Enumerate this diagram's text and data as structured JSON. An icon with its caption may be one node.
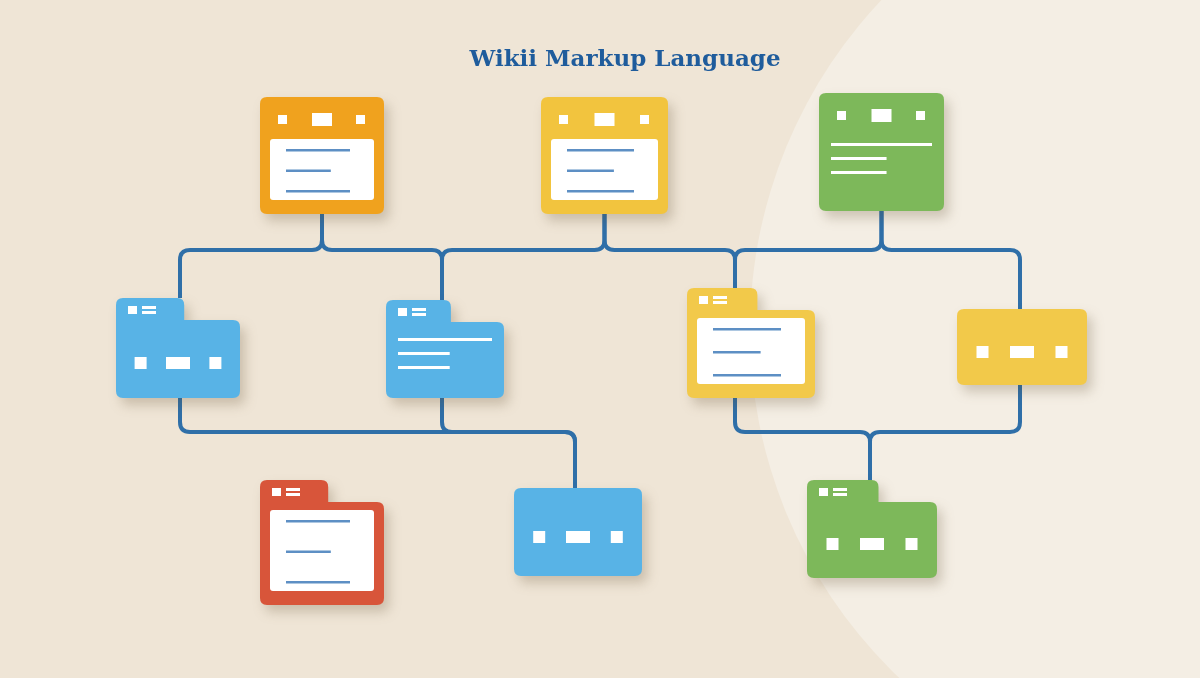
{
  "diagram": {
    "title": "Wikii Markup Language",
    "nodes": [
      {
        "text": [],
        "shape": "window"
      },
      {
        "text": [],
        "shape": "window"
      },
      {
        "text": [],
        "shape": "window"
      },
      {
        "text": [],
        "shape": "folder"
      },
      {
        "text": [],
        "shape": "folder"
      },
      {
        "text": [],
        "shape": "folder"
      },
      {
        "text": [],
        "shape": "box"
      },
      {
        "text": [],
        "shape": "folder"
      },
      {
        "text": [],
        "shape": "box"
      },
      {
        "text": [],
        "shape": "folder"
      }
    ],
    "edges": [
      {
        "from": 0,
        "to": 3,
        "arrow": "none"
      },
      {
        "from": 0,
        "to": 4,
        "arrow": "none"
      },
      {
        "from": 1,
        "to": 4,
        "arrow": "none"
      },
      {
        "from": 1,
        "to": 5,
        "arrow": "none"
      },
      {
        "from": 2,
        "to": 5,
        "arrow": "none"
      },
      {
        "from": 2,
        "to": 6,
        "arrow": "none"
      },
      {
        "from": 3,
        "to": 8,
        "arrow": "none"
      },
      {
        "from": 4,
        "to": 8,
        "arrow": "none"
      },
      {
        "from": 5,
        "to": 9,
        "arrow": "none"
      },
      {
        "from": 6,
        "to": 9,
        "arrow": "none"
      }
    ]
  }
}
